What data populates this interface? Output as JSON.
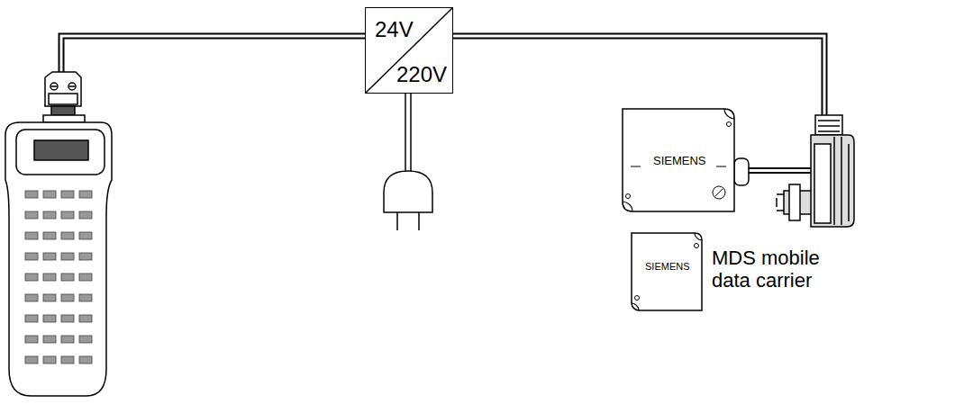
{
  "diagram": {
    "nodes": [
      {
        "text": [
          "24V",
          "220V"
        ]
      },
      {
        "text": [
          "SIEMENS"
        ]
      },
      {
        "text": [
          "SIEMENS",
          "MDS mobile data carrier"
        ]
      }
    ],
    "edges": [
      {
        "from": 0,
        "to": 1,
        "arrow": "none"
      }
    ]
  }
}
